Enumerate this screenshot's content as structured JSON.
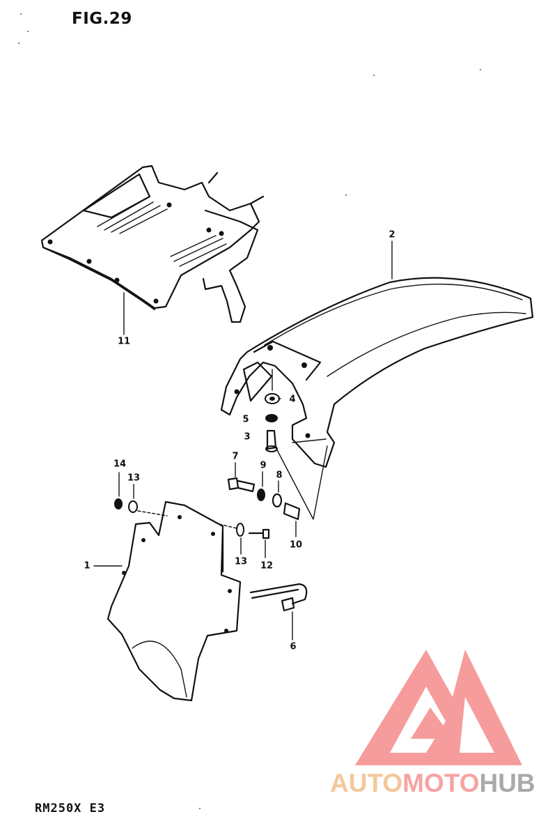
{
  "figure": {
    "title": "FIG.29",
    "model": "RM250X E3"
  },
  "callouts": [
    {
      "id": "2",
      "label": "2"
    },
    {
      "id": "11",
      "label": "11"
    },
    {
      "id": "4",
      "label": "4"
    },
    {
      "id": "5",
      "label": "5"
    },
    {
      "id": "3",
      "label": "3"
    },
    {
      "id": "14",
      "label": "14"
    },
    {
      "id": "13a",
      "label": "13"
    },
    {
      "id": "7",
      "label": "7"
    },
    {
      "id": "9",
      "label": "9"
    },
    {
      "id": "8",
      "label": "8"
    },
    {
      "id": "1",
      "label": "1"
    },
    {
      "id": "13b",
      "label": "13"
    },
    {
      "id": "12",
      "label": "12"
    },
    {
      "id": "10",
      "label": "10"
    },
    {
      "id": "6",
      "label": "6"
    }
  ],
  "watermark": {
    "part1": "AUTO",
    "part2": "MOTO",
    "part3": "HUB",
    "colors": {
      "auto": "#f4c79a",
      "moto": "#f7a3a3",
      "hub": "#a9a9a9",
      "logo": "#f58b8b"
    }
  }
}
